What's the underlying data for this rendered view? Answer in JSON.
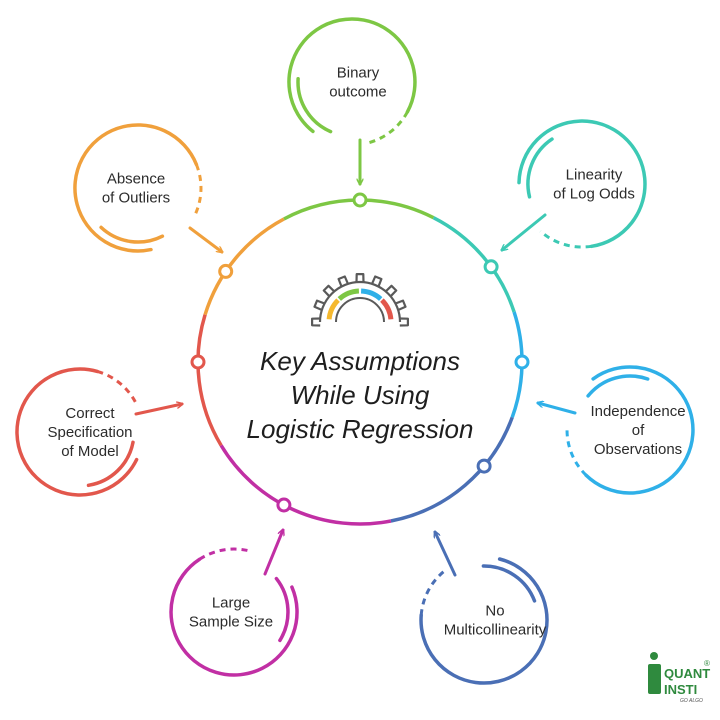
{
  "title_lines": [
    "Key Assumptions",
    "While Using",
    "Logistic Regression"
  ],
  "nodes": [
    {
      "id": "binary-outcome",
      "lines": [
        "Binary",
        "outcome"
      ],
      "color": "#7dc744"
    },
    {
      "id": "linearity-of-log-odds",
      "lines": [
        "Linearity",
        "of Log Odds"
      ],
      "color": "#3cc9b4"
    },
    {
      "id": "independence-of-observations",
      "lines": [
        "Independence",
        "of",
        "Observations"
      ],
      "color": "#2fb0e8"
    },
    {
      "id": "no-multicollinearity",
      "lines": [
        "No",
        "Multicollinearity"
      ],
      "color": "#4a6fb5"
    },
    {
      "id": "large-sample-size",
      "lines": [
        "Large",
        "Sample Size"
      ],
      "color": "#c12fa4"
    },
    {
      "id": "correct-specification-of-model",
      "lines": [
        "Correct",
        "Specification",
        "of Model"
      ],
      "color": "#e2574c"
    },
    {
      "id": "absence-of-outliers",
      "lines": [
        "Absence",
        "of Outliers"
      ],
      "color": "#f0a03c"
    }
  ],
  "gear_colors": [
    "#f5b82e",
    "#7dc744",
    "#2fb0e8",
    "#e2574c"
  ],
  "gear_icon": "gear-icon",
  "logo": {
    "top": "QUANT",
    "bottom": "INSTI",
    "tagline": "GO ALGO",
    "mark": "®",
    "color": "#2f8a3e"
  }
}
